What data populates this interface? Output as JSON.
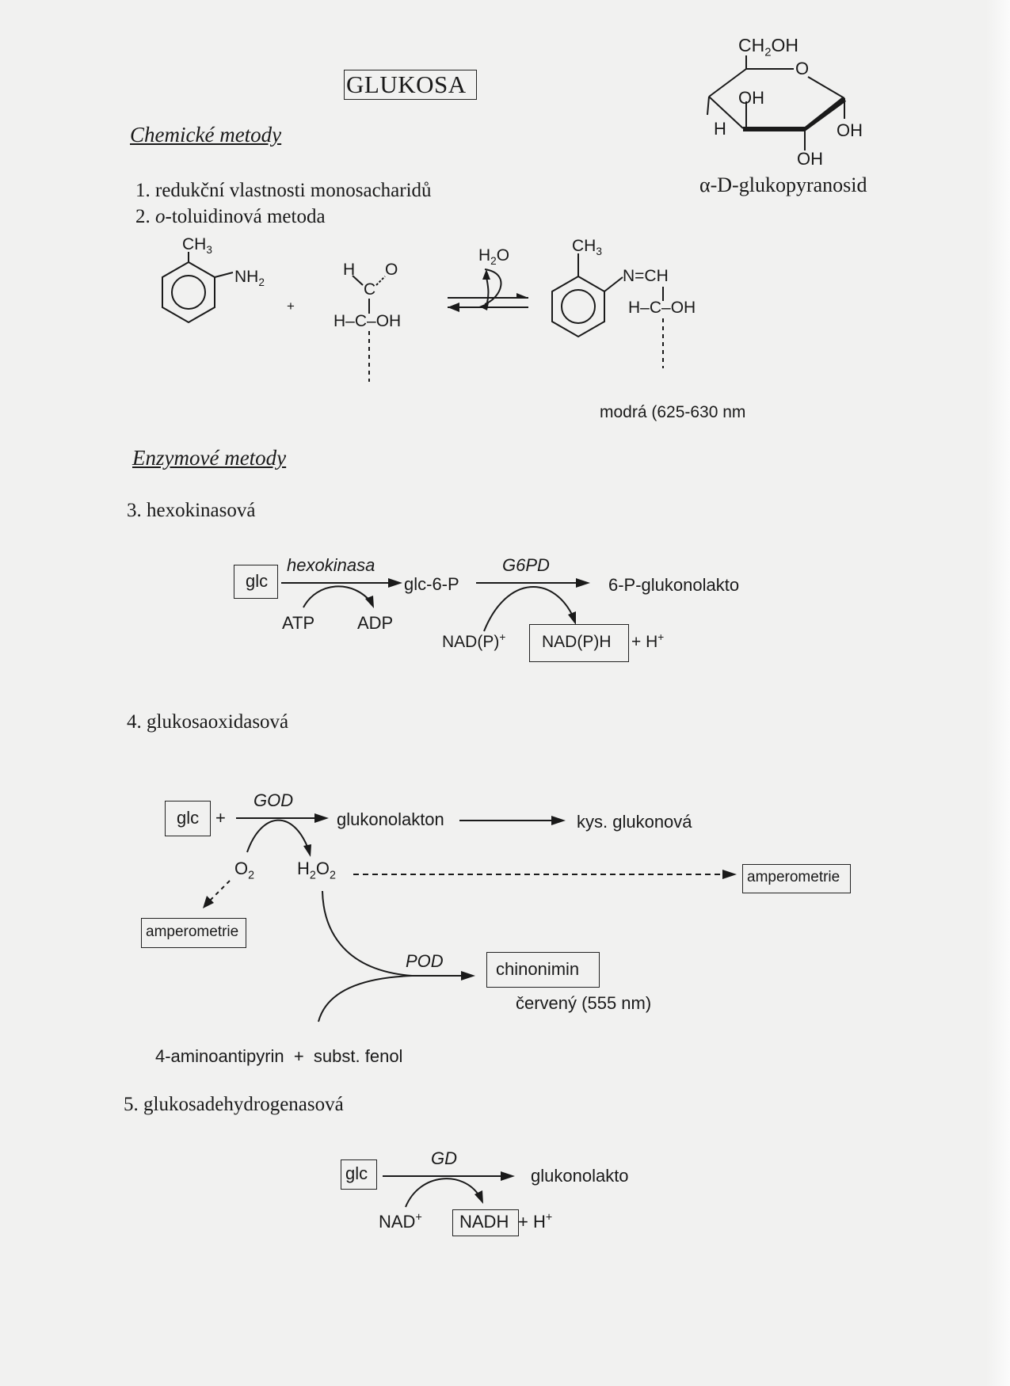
{
  "title": "GLUKOSA",
  "structure": {
    "ch2oh": "CH2OH",
    "ring_o": "O",
    "oh_inner": "OH",
    "h_left": "H",
    "oh_right": "OH",
    "oh_bottom": "OH",
    "caption": "α-D-glukopyranosid"
  },
  "chemical": {
    "header": "Chemické metody",
    "item1": "1. redukční vlastnosti monosacharidů",
    "item2_prefix": "2. ",
    "item2_o": "o",
    "item2_rest": "-toluidinová metoda",
    "reaction": {
      "ch3": "CH3",
      "nh2": "NH2",
      "plus": "+",
      "h": "H",
      "o": "O",
      "c": "C",
      "hcoh": "H–C–OH",
      "h2o": "H2O",
      "ch3_product": "CH3",
      "n_ch": "N=CH",
      "hcoh_product": "H–C–OH",
      "note": "modrá (625-630 nm"
    }
  },
  "enzymatic": {
    "header": "Enzymové metody",
    "m3": {
      "title": "3. hexokinasová",
      "glc": "glc",
      "enzyme1": "hexokinasa",
      "glc6p": "glc-6-P",
      "enzyme2": "G6PD",
      "product": "6-P-glukonolakto",
      "atp": "ATP",
      "adp": "ADP",
      "nadp": "NAD(P)",
      "nadph": "NAD(P)H",
      "h_plus": "+ H"
    },
    "m4": {
      "title": "4. glukosaoxidasová",
      "glc": "glc",
      "plus": "+",
      "enzyme": "GOD",
      "product": "glukonolakton",
      "acid": "kys. glukonová",
      "o2": "O2",
      "h2o2": "H2O2",
      "ampero_right": "amperometrie",
      "ampero_left": "amperometrie",
      "enzyme_pod": "POD",
      "chinonimin": "chinonimin",
      "color_note": "červený (555 nm)",
      "reagents": "4-aminoantipyrin  +  subst. fenol"
    },
    "m5": {
      "title": "5. glukosadehydrogenasová",
      "glc": "glc",
      "enzyme": "GD",
      "product": "glukonolakto",
      "nad": "NAD",
      "nadh": "NADH",
      "h_plus": "+ H"
    }
  }
}
